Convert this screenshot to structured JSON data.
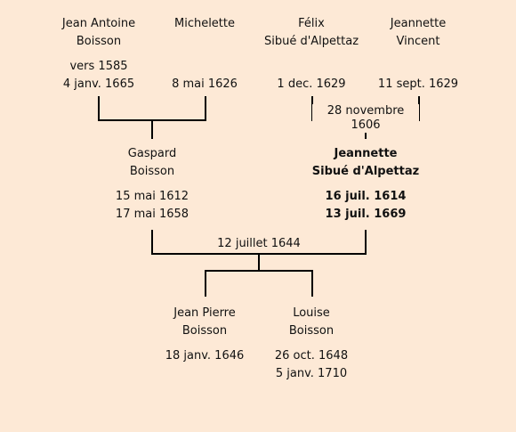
{
  "colors": {
    "background": "#fde9d6",
    "line": "#000000",
    "text": "#111111"
  },
  "people": {
    "jean_antoine": {
      "name1": "Jean Antoine",
      "name2": "Boisson",
      "date1": "vers 1585",
      "date2": "4 janv. 1665"
    },
    "michelette": {
      "name1": "Michelette",
      "name2": "",
      "date1": "",
      "date2": "8 mai 1626"
    },
    "felix": {
      "name1": "Félix",
      "name2": "Sibué d'Alpettaz",
      "date1": "",
      "date2": "1 dec. 1629"
    },
    "jeannette_v": {
      "name1": "Jeannette",
      "name2": "Vincent",
      "date1": "",
      "date2": "11 sept. 1629"
    },
    "gaspard": {
      "name1": "Gaspard",
      "name2": "Boisson",
      "date1": "15 mai 1612",
      "date2": "17 mai 1658"
    },
    "jeannette_s": {
      "name1": "Jeannette",
      "name2": "Sibué d'Alpettaz",
      "date1": "16 juil. 1614",
      "date2": "13 juil. 1669"
    },
    "jean_pierre": {
      "name1": "Jean Pierre",
      "name2": "Boisson",
      "date1": "18 janv. 1646",
      "date2": ""
    },
    "louise": {
      "name1": "Louise",
      "name2": "Boisson",
      "date1": "26 oct. 1648",
      "date2": "5 janv. 1710"
    }
  },
  "marriages": {
    "felix_jeannette": "28 novembre 1606",
    "gaspard_jeannette": "12 juillet 1644"
  }
}
